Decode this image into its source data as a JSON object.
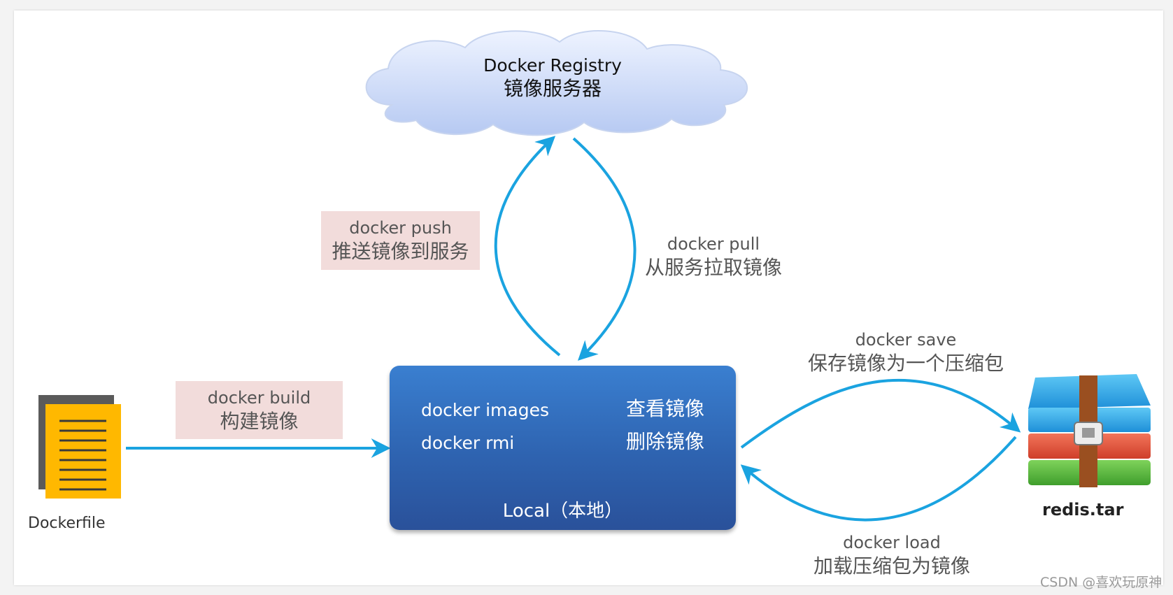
{
  "registry": {
    "title": "Docker Registry",
    "subtitle": "镜像服务器"
  },
  "push": {
    "command": "docker push",
    "description": "推送镜像到服务"
  },
  "pull": {
    "command": "docker pull",
    "description": "从服务拉取镜像"
  },
  "build": {
    "command": "docker build",
    "description": "构建镜像"
  },
  "local": {
    "title": "Local（本地）",
    "commands": [
      {
        "command": "docker images",
        "description": "查看镜像"
      },
      {
        "command": "docker rmi",
        "description": "删除镜像"
      }
    ]
  },
  "save": {
    "command": "docker save",
    "description": "保存镜像为一个压缩包"
  },
  "load": {
    "command": "docker load",
    "description": "加载压缩包为镜像"
  },
  "dockerfile": {
    "label": "Dockerfile",
    "icon": "document-icon"
  },
  "archive": {
    "label": "redis.tar",
    "icon": "archive-icon"
  },
  "watermark": "CSDN @喜欢玩原神",
  "colors": {
    "arrow": "#1aa3e0",
    "local_box": "#2e63b0",
    "label_bg": "#f2dcdb",
    "cloud": "#c3d3f5"
  }
}
